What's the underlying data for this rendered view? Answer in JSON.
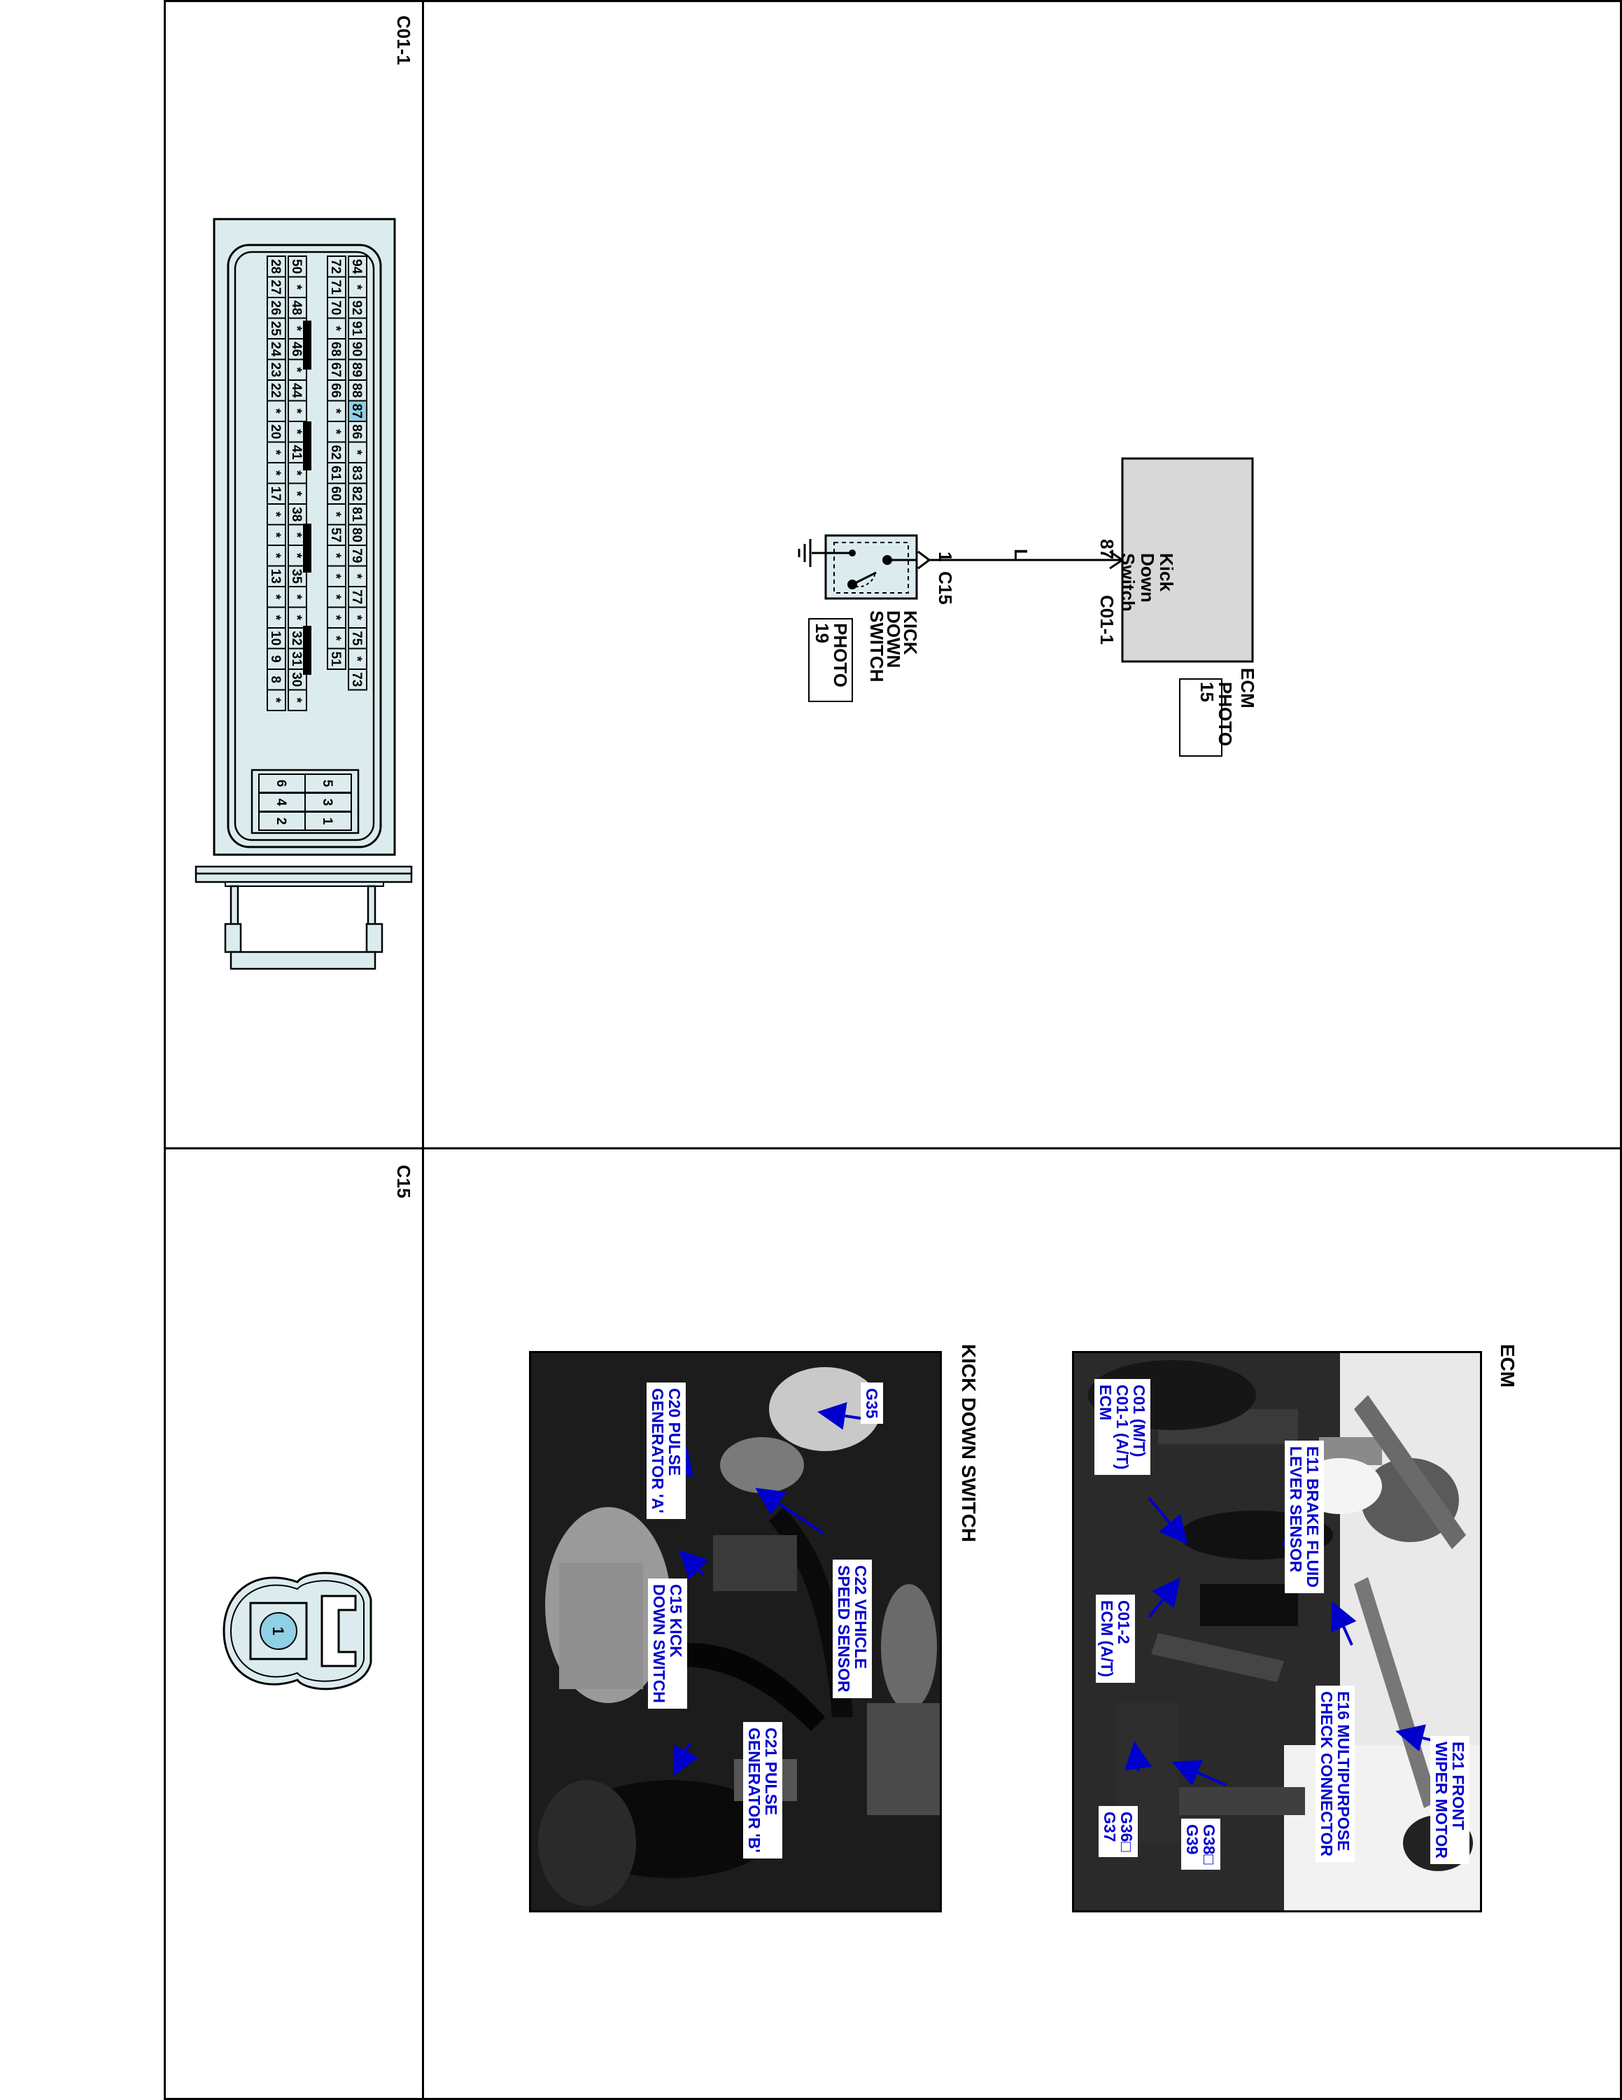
{
  "connectors": {
    "c01_1_label": "C01-1",
    "c15_label": "C15",
    "pins": {
      "row_top": [
        "94",
        "*",
        "92",
        "91",
        "90",
        "89",
        "88",
        "87",
        "86",
        "*",
        "83",
        "82",
        "81",
        "80",
        "79",
        "*",
        "77",
        "*",
        "75",
        "*",
        "73"
      ],
      "row_2": [
        "72",
        "71",
        "70",
        "*",
        "68",
        "67",
        "66",
        "*",
        "*",
        "62",
        "61",
        "60",
        "*",
        "57",
        "*",
        "*",
        "*",
        "*",
        "*",
        "51"
      ],
      "row_3": [
        "50",
        "*",
        "48",
        "*",
        "46",
        "*",
        "44",
        "*",
        "*",
        "41",
        "*",
        "*",
        "38",
        "*",
        "*",
        "35",
        "*",
        "*",
        "32",
        "31",
        "30",
        "*"
      ],
      "row_bottom": [
        "28",
        "27",
        "26",
        "25",
        "24",
        "23",
        "22",
        "*",
        "20",
        "*",
        "*",
        "17",
        "*",
        "*",
        "*",
        "13",
        "*",
        "*",
        "10",
        "9",
        "8",
        "*"
      ],
      "block_left": [
        "6",
        "4",
        "2"
      ],
      "block_right": [
        "5",
        "3",
        "1"
      ],
      "highlight_pin": "87",
      "c15_pin": "1"
    }
  },
  "schematic": {
    "ecm_component": "Kick Down Switch",
    "ecm_title": "ECM",
    "ecm_photo": "PHOTO 15",
    "pin_87": "87",
    "ecm_connector": "C01-1",
    "wire_color": "L",
    "switch_pin": "1",
    "switch_connector": "C15",
    "switch_title_1": "KICK",
    "switch_title_2": "DOWN",
    "switch_title_3": "SWITCH",
    "switch_photo": "PHOTO 19"
  },
  "photos": {
    "ecm_title": "ECM",
    "kick_title": "KICK DOWN SWITCH",
    "ecm_captions": {
      "c01": "C01 (M/T)\nC01-1 (A/T)\nECM",
      "e11": "E11 BRAKE FLUID\nLEVER SENSOR",
      "c01_2": "C01-2\nECM (A/T)",
      "e16": "E16 MULTIPURPOSE\nCHECK CONNECTOR",
      "e21": "E21 FRONT\nWIPER MOTOR",
      "g36": "G36□\nG37",
      "g38": "G38□\nG39"
    },
    "kick_captions": {
      "c20": "C20 PULSE\nGENERATOR 'A'",
      "g35": "G35",
      "c15": "C15 KICK\nDOWN SWITCH",
      "c22": "C22 VEHICLE\nSPEED SENSOR",
      "c21": "C21 PULSE\nGENERATOR 'B'"
    }
  }
}
